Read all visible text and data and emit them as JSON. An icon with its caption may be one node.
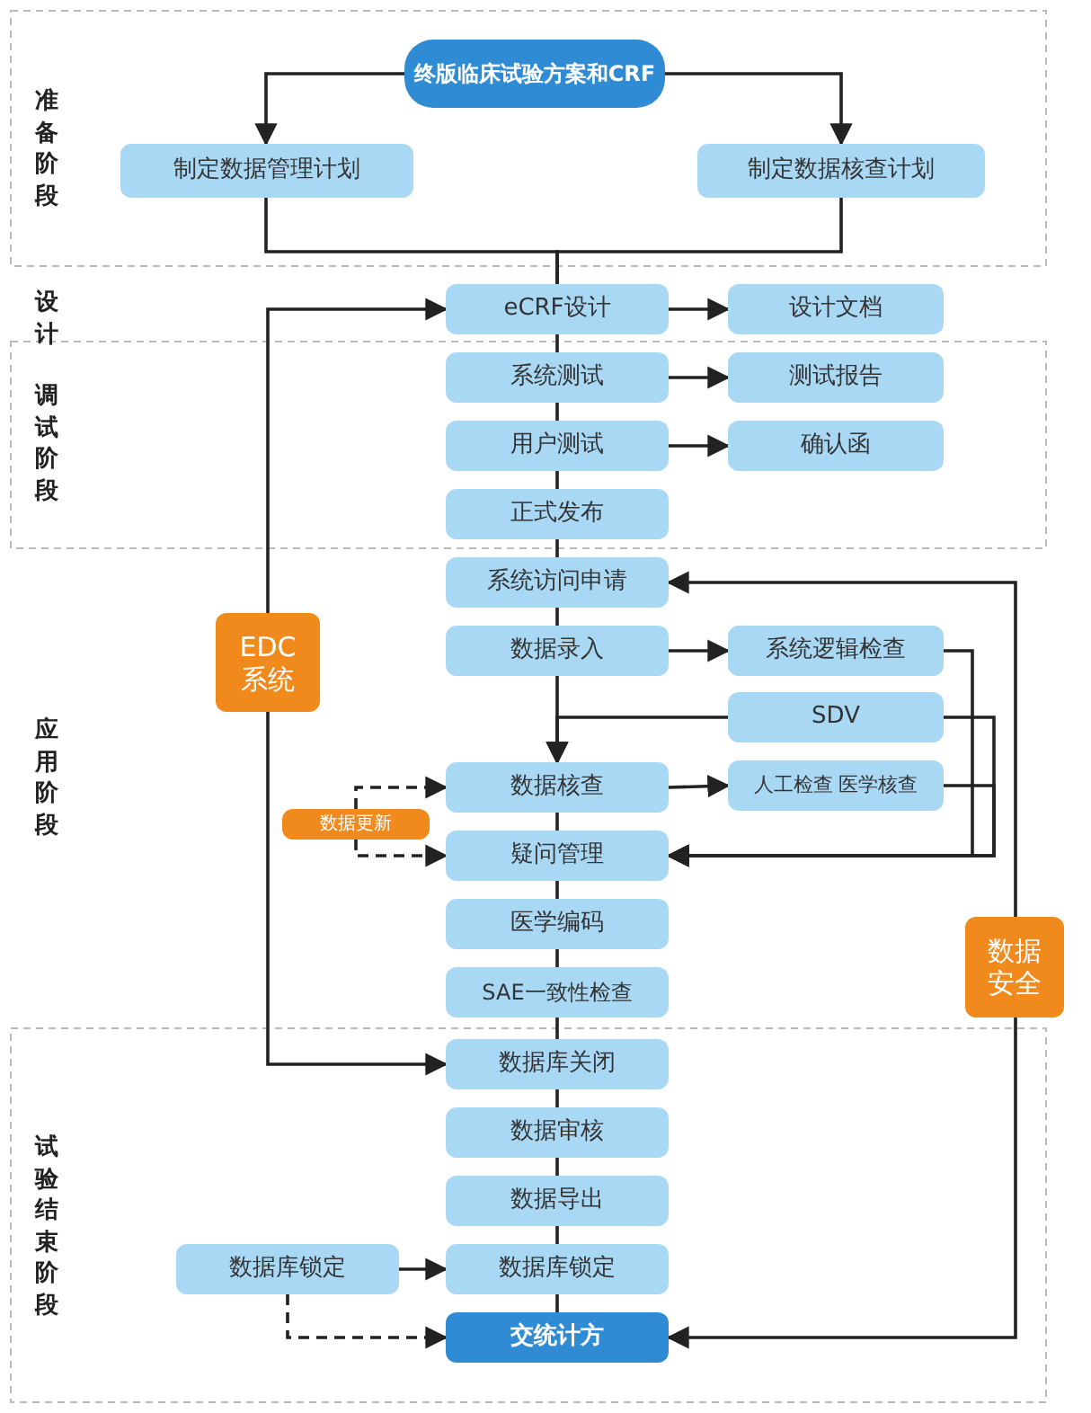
{
  "diagram": {
    "nodes": [
      {
        "text": [
          "终版临床试验方案和CRF"
        ]
      },
      {
        "text": [
          "制定数据管理计划"
        ]
      },
      {
        "text": [
          "制定数据核查计划"
        ]
      },
      {
        "text": [
          "eCRF设计"
        ]
      },
      {
        "text": [
          "设计文档"
        ]
      },
      {
        "text": [
          "系统测试"
        ]
      },
      {
        "text": [
          "测试报告"
        ]
      },
      {
        "text": [
          "用户测试"
        ]
      },
      {
        "text": [
          "确认函"
        ]
      },
      {
        "text": [
          "正式发布"
        ]
      },
      {
        "text": [
          "EDC系统"
        ]
      },
      {
        "text": [
          "系统访问申请"
        ]
      },
      {
        "text": [
          "数据录入"
        ]
      },
      {
        "text": [
          "系统逻辑检查"
        ]
      },
      {
        "text": [
          "SDV"
        ]
      },
      {
        "text": [
          "数据核查"
        ]
      },
      {
        "text": [
          "人工检查 医学核查"
        ]
      },
      {
        "text": [
          "数据更新"
        ]
      },
      {
        "text": [
          "疑问管理"
        ]
      },
      {
        "text": [
          "医学编码"
        ]
      },
      {
        "text": [
          "SAE一致性检查"
        ]
      },
      {
        "text": [
          "数据安全"
        ]
      },
      {
        "text": [
          "数据库关闭"
        ]
      },
      {
        "text": [
          "数据审核"
        ]
      },
      {
        "text": [
          "数据导出"
        ]
      },
      {
        "text": [
          "数据库锁定"
        ]
      },
      {
        "text": [
          "数据库锁定"
        ]
      },
      {
        "text": [
          "交统计方"
        ]
      }
    ],
    "edges": [
      {
        "from": 0,
        "to": 1,
        "arrow": "to"
      },
      {
        "from": 0,
        "to": 2,
        "arrow": "to"
      },
      {
        "from": 1,
        "to": 3,
        "arrow": "none"
      },
      {
        "from": 2,
        "to": 3,
        "arrow": "none"
      },
      {
        "from": 3,
        "to": 4,
        "arrow": "to"
      },
      {
        "from": 3,
        "to": 5,
        "arrow": "none"
      },
      {
        "from": 5,
        "to": 6,
        "arrow": "to"
      },
      {
        "from": 5,
        "to": 7,
        "arrow": "none"
      },
      {
        "from": 7,
        "to": 8,
        "arrow": "to"
      },
      {
        "from": 7,
        "to": 9,
        "arrow": "none"
      },
      {
        "from": 9,
        "to": 11,
        "arrow": "none"
      },
      {
        "from": 10,
        "to": 3,
        "arrow": "to"
      },
      {
        "from": 10,
        "to": 22,
        "arrow": "to"
      },
      {
        "from": 11,
        "to": 12,
        "arrow": "none"
      },
      {
        "from": 12,
        "to": 13,
        "arrow": "to"
      },
      {
        "from": 12,
        "to": 15,
        "arrow": "to"
      },
      {
        "from": 14,
        "to": 15,
        "arrow": "to"
      },
      {
        "from": 15,
        "to": 16,
        "arrow": "to"
      },
      {
        "from": 13,
        "to": 18,
        "arrow": "to"
      },
      {
        "from": 14,
        "to": 18,
        "arrow": "to"
      },
      {
        "from": 16,
        "to": 18,
        "arrow": "to"
      },
      {
        "from": 17,
        "to": 15,
        "arrow": "to",
        "style": "dashed"
      },
      {
        "from": 17,
        "to": 18,
        "arrow": "to",
        "style": "dashed"
      },
      {
        "from": 15,
        "to": 18,
        "arrow": "none"
      },
      {
        "from": 18,
        "to": 19,
        "arrow": "none"
      },
      {
        "from": 19,
        "to": 20,
        "arrow": "none"
      },
      {
        "from": 20,
        "to": 22,
        "arrow": "none"
      },
      {
        "from": 21,
        "to": 11,
        "arrow": "to"
      },
      {
        "from": 21,
        "to": 27,
        "arrow": "to"
      },
      {
        "from": 22,
        "to": 23,
        "arrow": "none"
      },
      {
        "from": 23,
        "to": 24,
        "arrow": "none"
      },
      {
        "from": 24,
        "to": 25,
        "arrow": "none"
      },
      {
        "from": 25,
        "to": 27,
        "arrow": "none"
      },
      {
        "from": 26,
        "to": 25,
        "arrow": "to"
      },
      {
        "from": 26,
        "to": 27,
        "arrow": "to",
        "style": "dashed"
      }
    ],
    "labels": [
      "准备阶段",
      "设计",
      "调试阶段",
      "应用阶段",
      "试验结束阶段"
    ]
  }
}
